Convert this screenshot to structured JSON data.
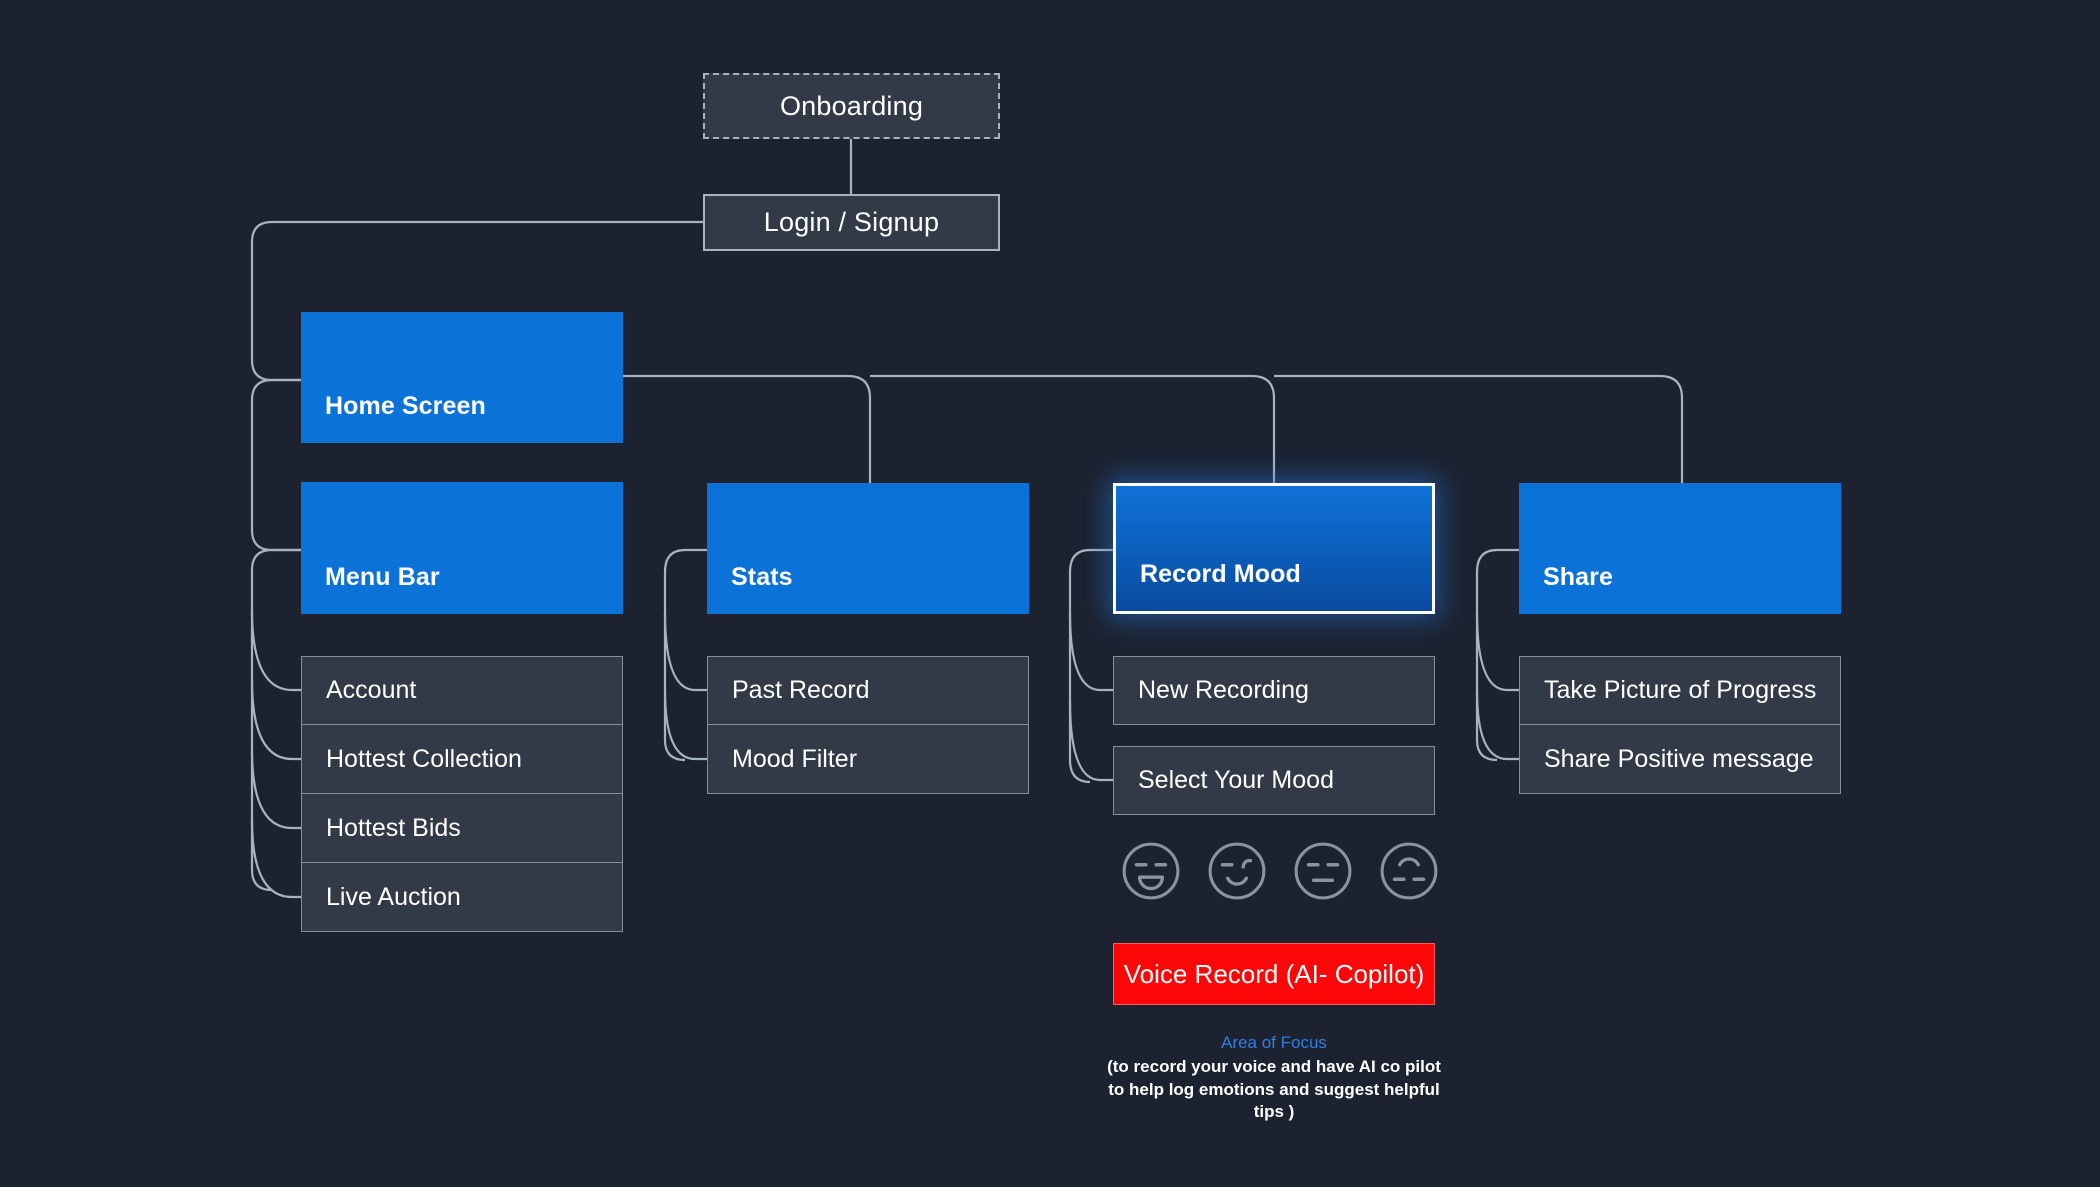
{
  "canvas": {
    "background": "#1c2230",
    "accent_blue": "#0b72d8",
    "panel_grey": "#333a47",
    "wire_color": "#aab2bf",
    "red": "#fb0707",
    "focus_blue": "#2f7fe0"
  },
  "flow": {
    "onboarding": {
      "label": "Onboarding"
    },
    "login": {
      "label": "Login / Signup"
    },
    "home": {
      "label": "Home Screen"
    },
    "sections": [
      {
        "id": "menu-bar",
        "label": "Menu Bar",
        "items": [
          "Account",
          "Hottest Collection",
          "Hottest Bids",
          "Live Auction"
        ]
      },
      {
        "id": "stats",
        "label": "Stats",
        "items": [
          "Past Record",
          "Mood Filter"
        ]
      },
      {
        "id": "record-mood",
        "label": "Record Mood",
        "selected": true,
        "items": [
          "New Recording",
          "Select Your Mood"
        ]
      },
      {
        "id": "share",
        "label": "Share",
        "items": [
          "Take Picture of Progress",
          "Share Positive message"
        ]
      }
    ]
  },
  "mood_picker": {
    "options": [
      {
        "name": "mood-happy-icon",
        "mood": "happy"
      },
      {
        "name": "mood-smile-wink-icon",
        "mood": "smile"
      },
      {
        "name": "mood-neutral-icon",
        "mood": "neutral"
      },
      {
        "name": "mood-sad-upside-icon",
        "mood": "sad"
      }
    ]
  },
  "voice_record": {
    "label": "Voice Record (AI- Copilot)"
  },
  "annotation": {
    "focus_label": "Area of Focus",
    "description": "(to record your voice and have AI co pilot to help log emotions and suggest helpful tips )"
  }
}
